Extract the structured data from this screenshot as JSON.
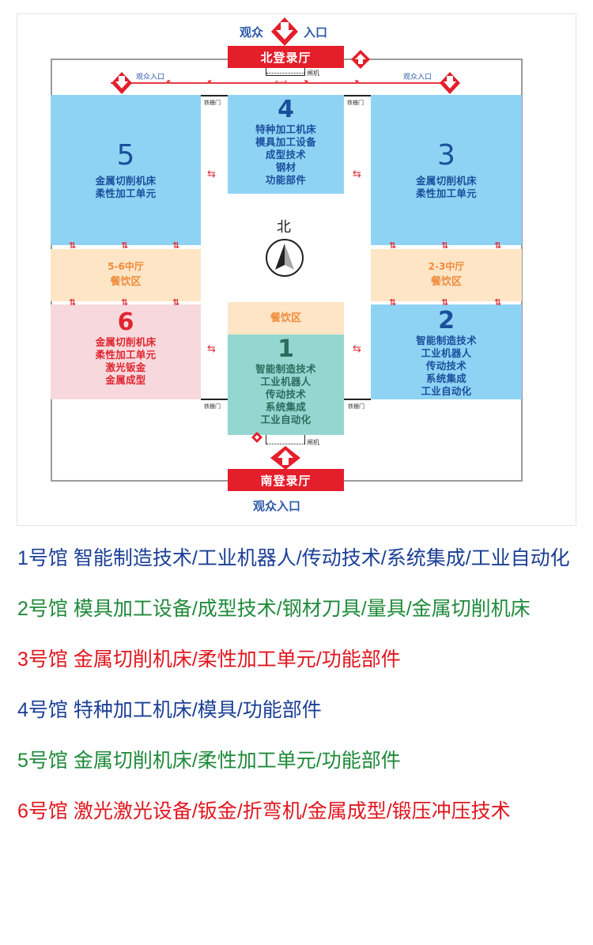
{
  "map": {
    "colors": {
      "hall_blue": "#8fd3f4",
      "hall_pink": "#f7d9dd",
      "hall_teal": "#94d7d0",
      "food": "#fde5c6",
      "red": "#e41e2a",
      "entry_text": "#2e5aa8"
    },
    "north": {
      "lobby_label": "北登录厅",
      "entry_left": "观众",
      "entry_right": "入口",
      "turnstile_label": "闸机",
      "side_entry_left": "观众入口",
      "side_entry_right": "观众入口"
    },
    "south": {
      "lobby_label": "南登录厅",
      "entry_label": "观众入口",
      "turnstile_label": "闸机"
    },
    "gate_label": "铁栅门",
    "compass_label": "北",
    "halls": [
      {
        "number": "5",
        "lines": [
          "金属切削机床",
          "柔性加工单元"
        ]
      },
      {
        "number": "4",
        "lines": [
          "特种加工机床",
          "模具加工设备",
          "成型技术",
          "钢材",
          "功能部件"
        ]
      },
      {
        "number": "3",
        "lines": [
          "金属切削机床",
          "柔性加工单元"
        ]
      },
      {
        "number": "6",
        "lines": [
          "金属切削机床",
          "柔性加工单元",
          "激光钣金",
          "金属成型"
        ]
      },
      {
        "number": "1",
        "lines": [
          "智能制造技术",
          "工业机器人",
          "传动技术",
          "系统集成",
          "工业自动化"
        ]
      },
      {
        "number": "2",
        "lines": [
          "智能制造技术",
          "工业机器人",
          "传动技术",
          "系统集成",
          "工业自动化"
        ]
      }
    ],
    "food_areas": [
      {
        "title": "5-6中厅",
        "label": "餐饮区"
      },
      {
        "title": "2-3中厅",
        "label": "餐饮区"
      },
      {
        "title": "",
        "label": "餐饮区"
      }
    ]
  },
  "legend": [
    {
      "text": "1号馆 智能制造技术/工业机器人/传动技术/系统集成/工业自动化",
      "color": "#1b3f95"
    },
    {
      "text": "2号馆 模具加工设备/成型技术/钢材刀具/量具/金属切削机床",
      "color": "#1f8a3a"
    },
    {
      "text": "3号馆 金属切削机床/柔性加工单元/功能部件",
      "color": "#e0161f"
    },
    {
      "text": "4号馆 特种加工机床/模具/功能部件",
      "color": "#1b3f95"
    },
    {
      "text": "5号馆 金属切削机床/柔性加工单元/功能部件",
      "color": "#1f8a3a"
    },
    {
      "text": "6号馆 激光激光设备/钣金/折弯机/金属成型/锻压冲压技术",
      "color": "#e0161f"
    }
  ]
}
